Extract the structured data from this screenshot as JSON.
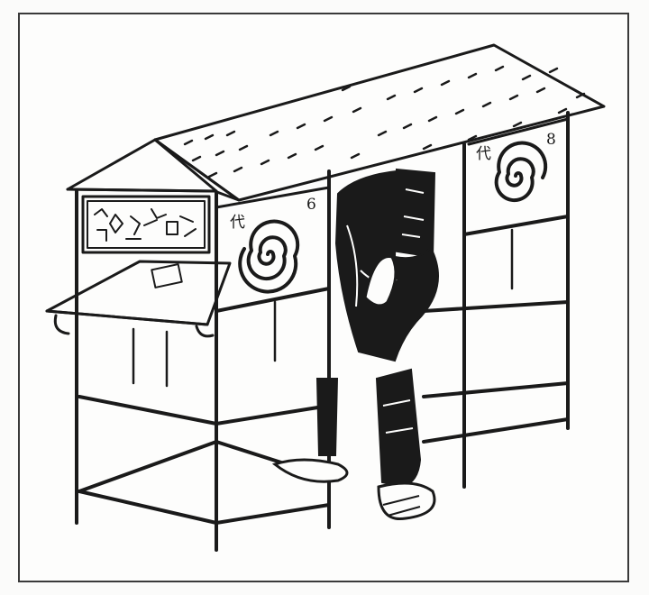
{
  "scene": {
    "ink_color": "#1a1a1a",
    "paper_color": "#fdfdfc",
    "frame_color": "#3a3a3a"
  },
  "glyphs": {
    "left_panel_label_1": "代",
    "left_panel_label_2": "6",
    "right_panel_label_1": "代",
    "right_panel_label_2": "8"
  }
}
